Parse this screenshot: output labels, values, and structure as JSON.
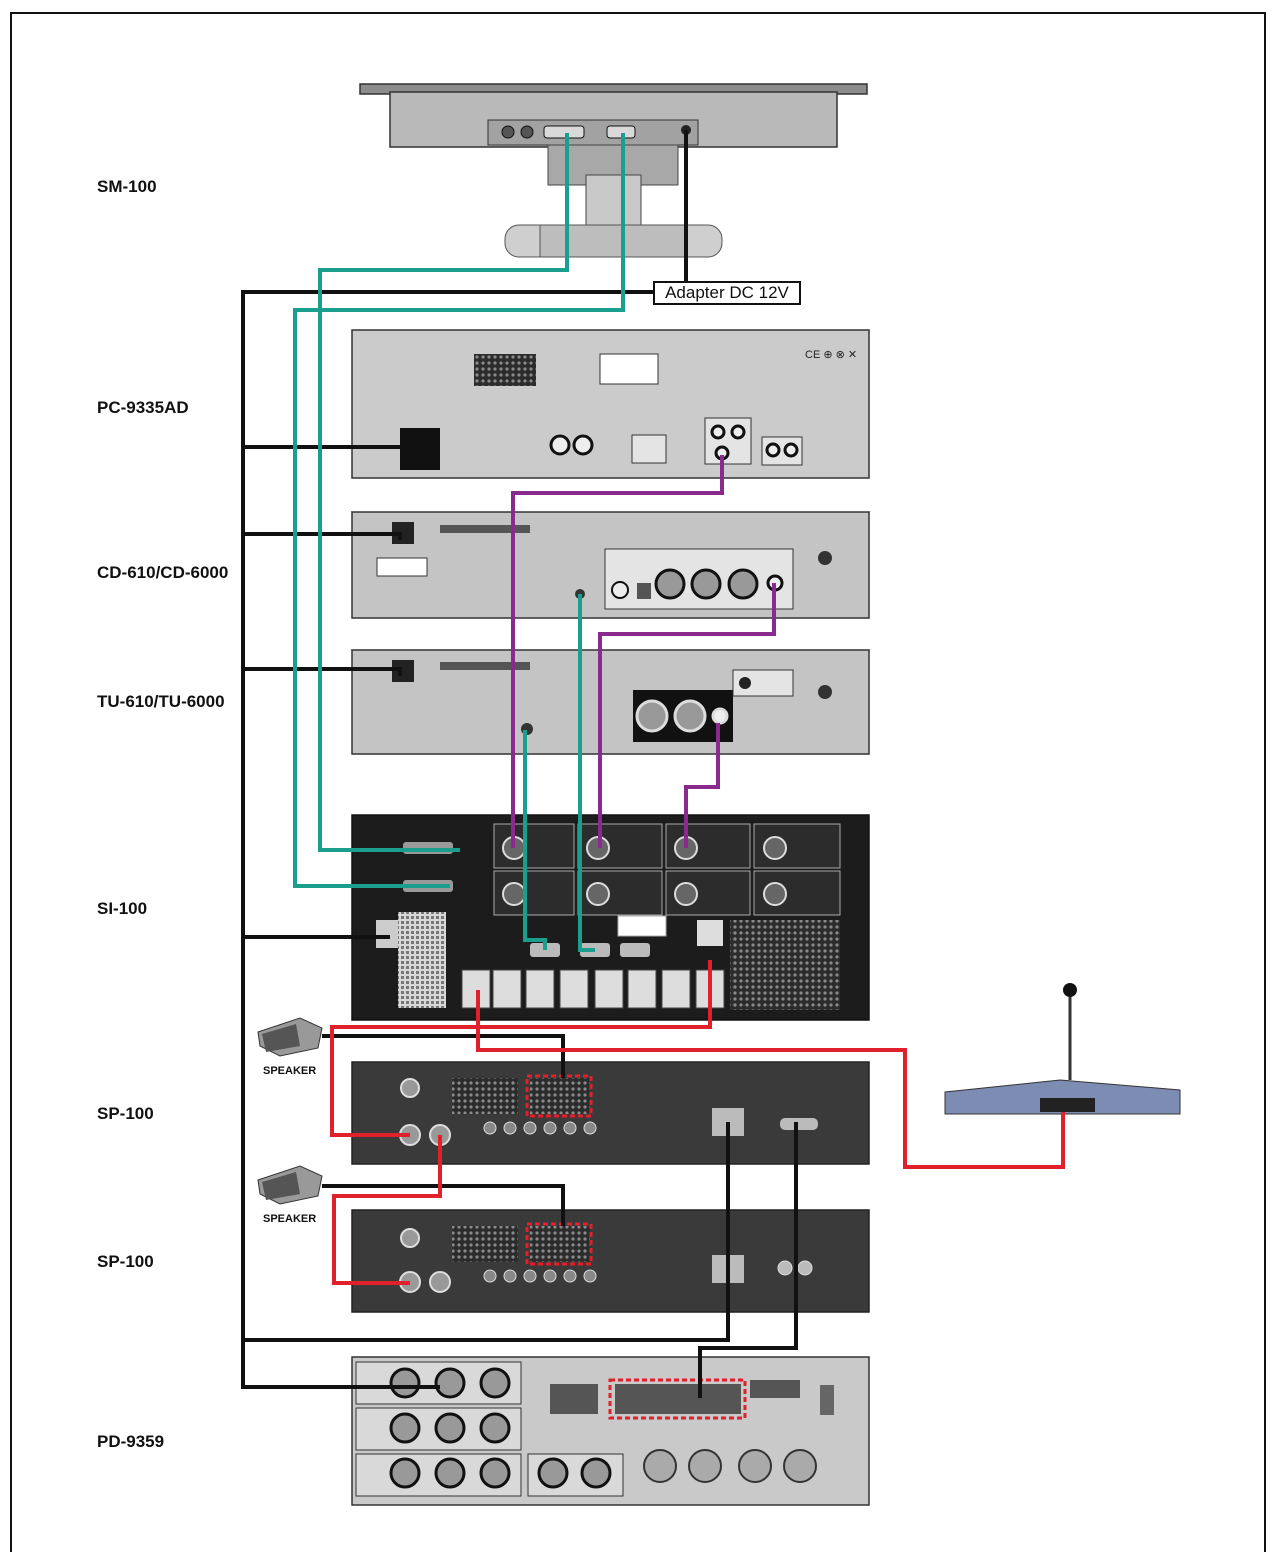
{
  "devices": {
    "sm100": "SM-100",
    "pc9335ad": "PC-9335AD",
    "cd610": "CD-610/CD-6000",
    "tu610": "TU-610/TU-6000",
    "si100": "SI-100",
    "sp100_a": "SP-100",
    "sp100_b": "SP-100",
    "pd9359": "PD-9359"
  },
  "speaker_labels": [
    "SPEAKER",
    "SPEAKER"
  ],
  "adapter_label": "Adapter DC 12V",
  "colors": {
    "data_cable": "#1a9e8e",
    "audio_cable": "#8b2a8e",
    "speaker_cable": "#e0202a",
    "power_cable": "#111111",
    "light_panel": "#c9c9c9",
    "dark_panel": "#1c1c1c",
    "sp_panel": "#3a3a3a",
    "wireless_body": "#6f7fa6"
  }
}
